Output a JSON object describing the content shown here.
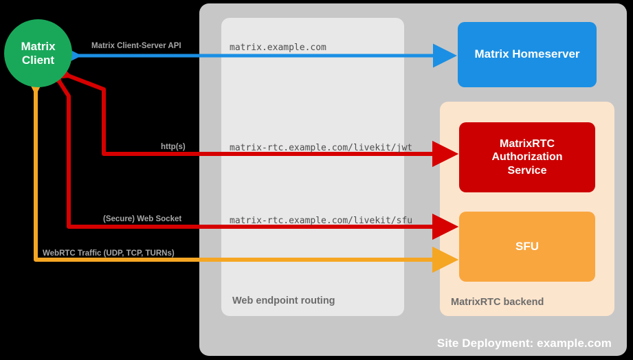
{
  "diagram": {
    "title": "Site Deployment: example.com",
    "colors": {
      "background": "#000000",
      "site_container": "#c7c7c7",
      "routing_container": "#e8e8e8",
      "backend_container": "#fce5cd",
      "client": "#19a85a",
      "homeserver": "#1b8fe3",
      "auth_service": "#cc0000",
      "sfu": "#f9a63f",
      "arrow_blue": "#1b8fe3",
      "arrow_red": "#d60000",
      "arrow_orange": "#f5a623",
      "endpoint_text": "#4d4d4d",
      "protocol_text": "#a8a8a8",
      "container_label_text": "#6b6b6b"
    },
    "containers": {
      "site": {
        "label": "Site Deployment: example.com"
      },
      "routing": {
        "label": "Web endpoint routing"
      },
      "backend": {
        "label": "MatrixRTC backend"
      }
    },
    "nodes": {
      "client": {
        "line1": "Matrix",
        "line2": "Client"
      },
      "homeserver": {
        "label": "Matrix Homeserver"
      },
      "auth_service": {
        "line1": "MatrixRTC",
        "line2": "Authorization",
        "line3": "Service"
      },
      "sfu": {
        "label": "SFU"
      }
    },
    "endpoints": [
      {
        "name": "matrix-homeserver-endpoint",
        "text": "matrix.example.com"
      },
      {
        "name": "livekit-jwt-endpoint",
        "text": "matrix-rtc.example.com/livekit/jwt"
      },
      {
        "name": "livekit-sfu-endpoint",
        "text": "matrix-rtc.example.com/livekit/sfu"
      }
    ],
    "connections": [
      {
        "name": "matrix-client-server-api",
        "label": "Matrix Client-Server API",
        "color": "#1b8fe3",
        "direction": "bidirectional"
      },
      {
        "name": "https-connection",
        "label": "http(s)",
        "color": "#d60000",
        "direction": "bidirectional"
      },
      {
        "name": "secure-web-socket-connection",
        "label": "(Secure) Web Socket",
        "color": "#d60000",
        "direction": "bidirectional"
      },
      {
        "name": "webrtc-traffic-connection",
        "label": "WebRTC Traffic (UDP, TCP, TURNs)",
        "color": "#f5a623",
        "direction": "bidirectional"
      }
    ]
  }
}
